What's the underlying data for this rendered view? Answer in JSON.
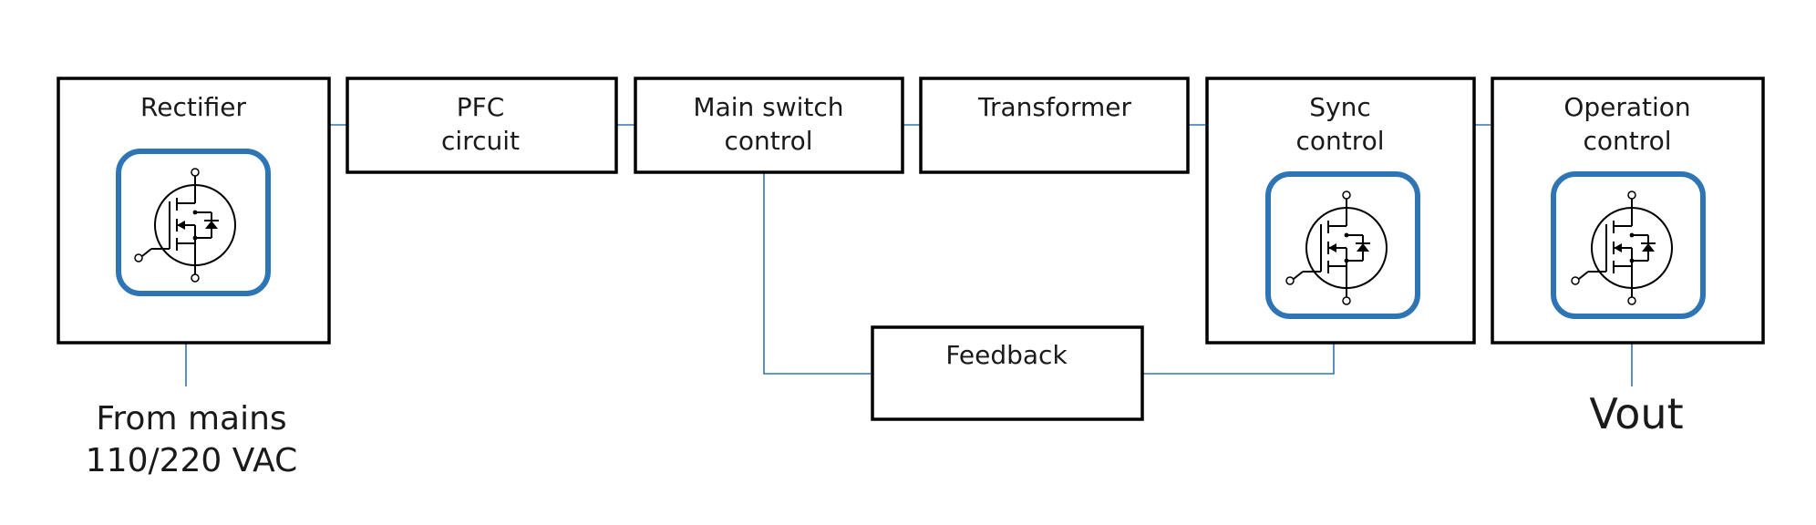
{
  "blocks": {
    "rectifier": {
      "line1": "Rectifier",
      "line2": ""
    },
    "pfc": {
      "line1": "PFC",
      "line2": "circuit"
    },
    "main_switch": {
      "line1": "Main switch",
      "line2": "control"
    },
    "transformer": {
      "line1": "Transformer",
      "line2": ""
    },
    "sync": {
      "line1": "Sync",
      "line2": "control"
    },
    "operation": {
      "line1": "Operation",
      "line2": "control"
    },
    "feedback": {
      "line1": "Feedback",
      "line2": ""
    }
  },
  "labels": {
    "input_line1": "From mains",
    "input_line2": "110/220 VAC",
    "output": "Vout"
  },
  "icons": {
    "mosfet": "mosfet-transistor-icon"
  },
  "colors": {
    "accent": "#2e75b6",
    "box_stroke": "#000000",
    "text": "#1a1a1a"
  }
}
